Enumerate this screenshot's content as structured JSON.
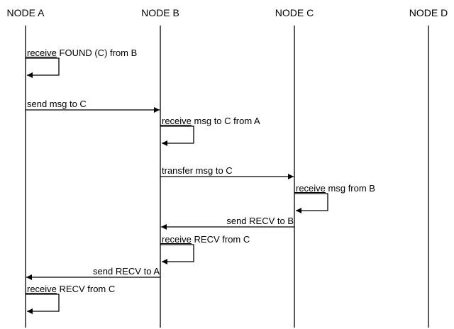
{
  "nodes": [
    {
      "label": "NODE A"
    },
    {
      "label": "NODE B"
    },
    {
      "label": "NODE C"
    },
    {
      "label": "NODE D"
    }
  ],
  "messages": [
    {
      "kind": "self",
      "node": 0,
      "label": "receive FOUND (C) from B"
    },
    {
      "kind": "arrow",
      "from": 0,
      "to": 1,
      "label": "send msg to C"
    },
    {
      "kind": "self",
      "node": 1,
      "label": "receive msg to C from A"
    },
    {
      "kind": "arrow",
      "from": 1,
      "to": 2,
      "label": "transfer msg to C"
    },
    {
      "kind": "self",
      "node": 2,
      "label": "receive msg from B"
    },
    {
      "kind": "arrow",
      "from": 2,
      "to": 1,
      "label": "send RECV to B"
    },
    {
      "kind": "self",
      "node": 1,
      "label": "receive RECV from C"
    },
    {
      "kind": "arrow",
      "from": 1,
      "to": 0,
      "label": "send RECV to A"
    },
    {
      "kind": "self",
      "node": 0,
      "label": "receive RECV from C"
    }
  ],
  "colors": {
    "line": "#000000",
    "text": "#000000",
    "background": "#ffffff"
  }
}
